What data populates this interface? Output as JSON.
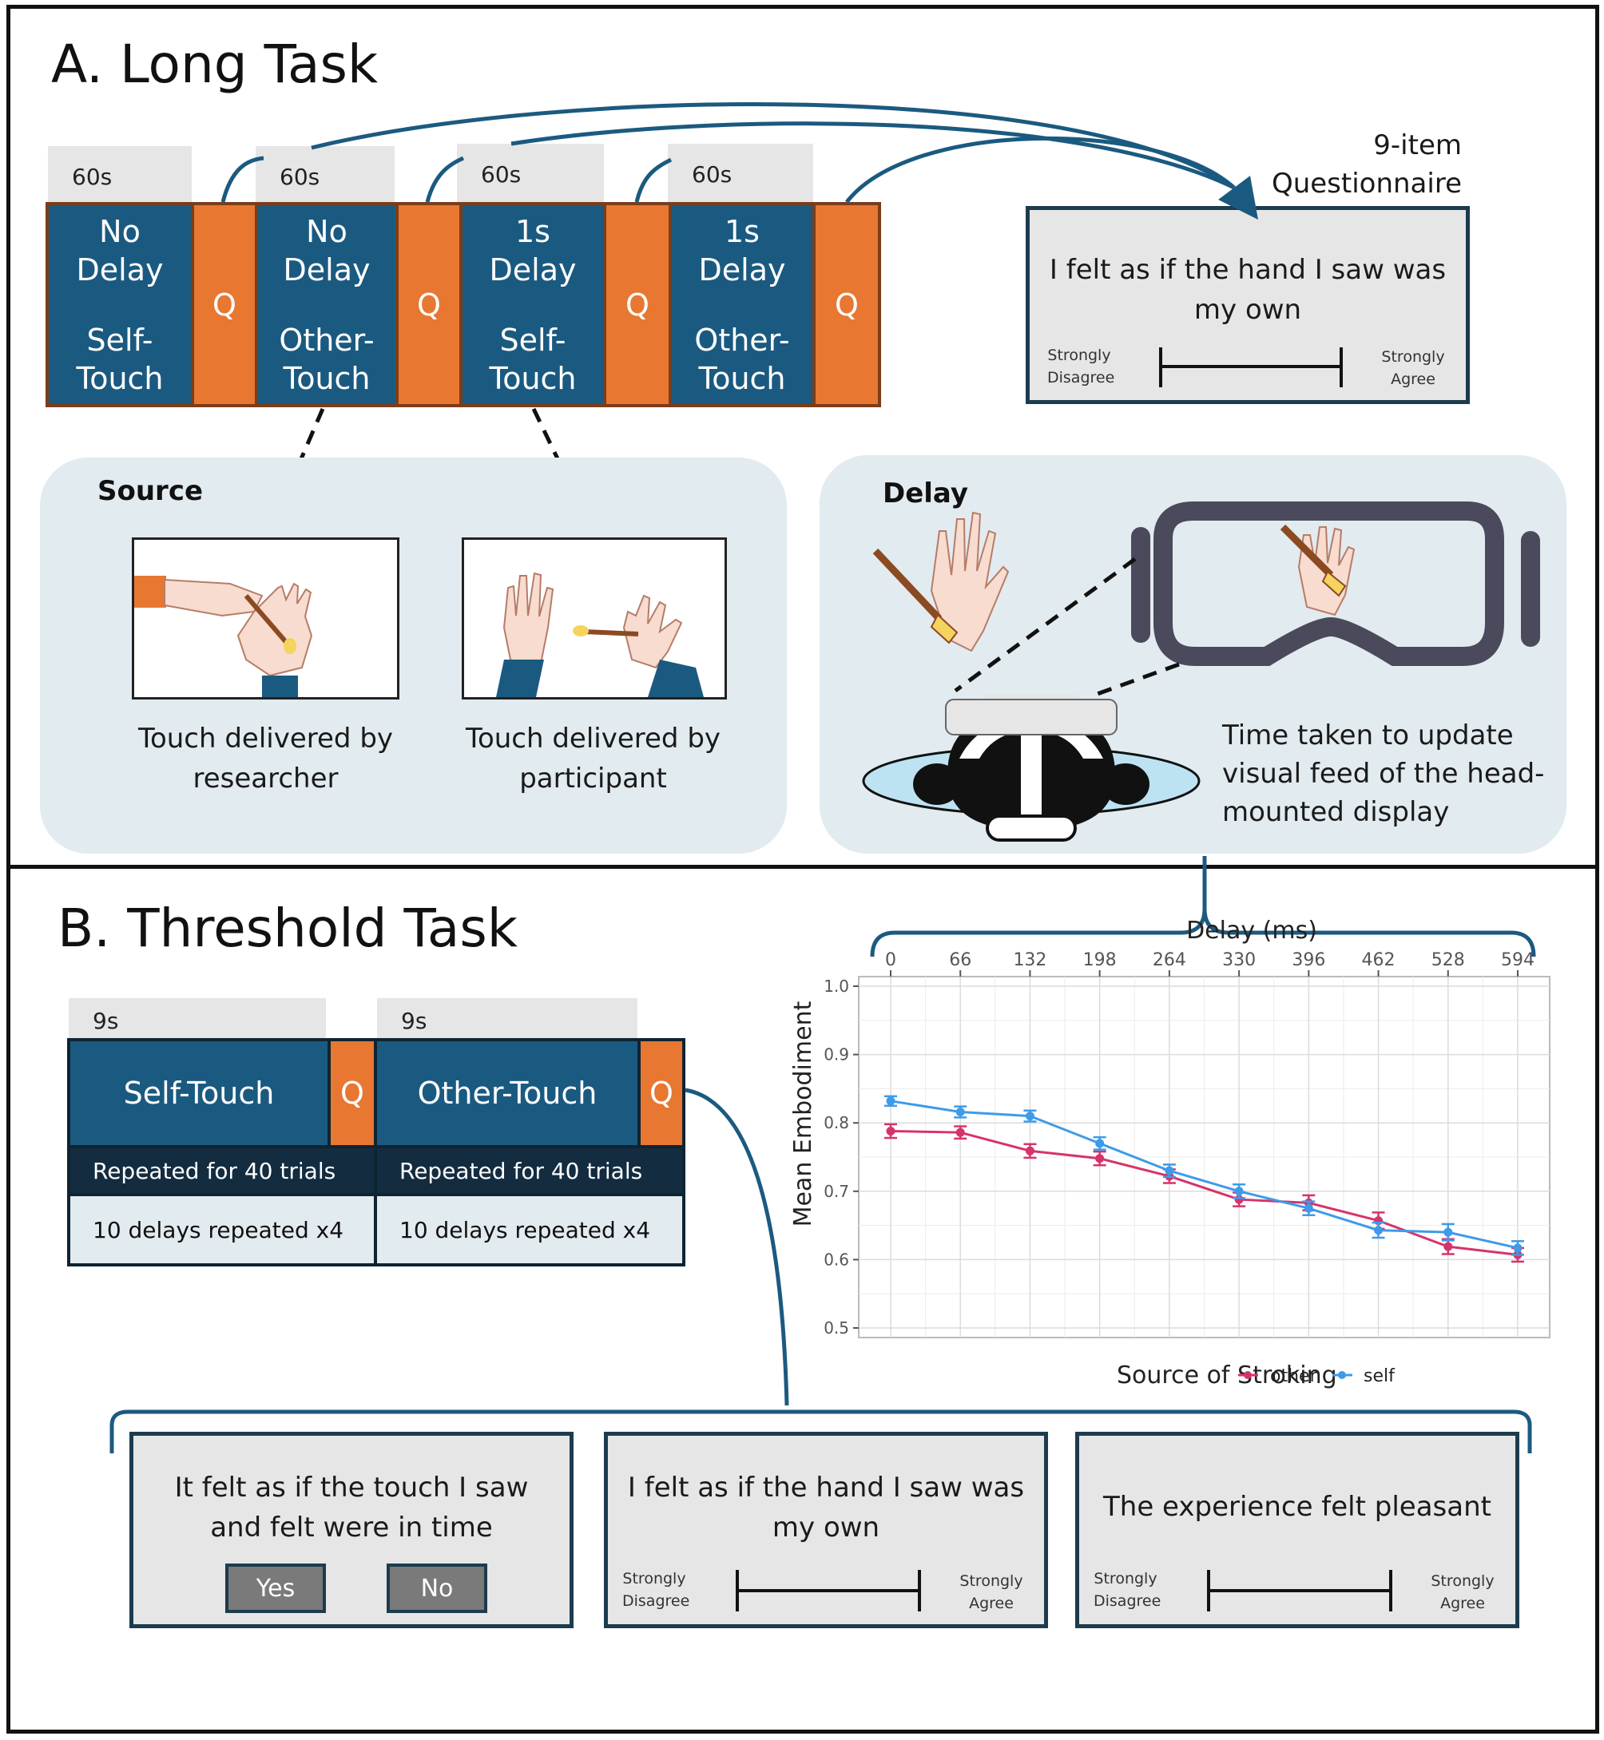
{
  "section_a": {
    "title": "A. Long Task",
    "questionnaire_title_line1": "9-item",
    "questionnaire_title_line2": "Questionnaire",
    "blocks": [
      {
        "duration": "60s",
        "line1": "No",
        "line2": "Delay",
        "line3": "Self-",
        "line4": "Touch"
      },
      {
        "duration": "60s",
        "line1": "No",
        "line2": "Delay",
        "line3": "Other-",
        "line4": "Touch"
      },
      {
        "duration": "60s",
        "line1": "1s",
        "line2": "Delay",
        "line3": "Self-",
        "line4": "Touch"
      },
      {
        "duration": "60s",
        "line1": "1s",
        "line2": "Delay",
        "line3": "Other-",
        "line4": "Touch"
      }
    ],
    "q_label": "Q",
    "questionnaire_item": {
      "line1": "I felt as if the hand I saw was",
      "line2": "my own",
      "left_line1": "Strongly",
      "left_line2": "Disagree",
      "right_line1": "Strongly",
      "right_line2": "Agree"
    },
    "source_panel": {
      "title": "Source",
      "caption_left_line1": "Touch delivered by",
      "caption_left_line2": "researcher",
      "caption_right_line1": "Touch delivered by",
      "caption_right_line2": "participant"
    },
    "delay_panel": {
      "title": "Delay",
      "caption_line1": "Time taken to update",
      "caption_line2": "visual feed of the head-",
      "caption_line3": "mounted display"
    }
  },
  "section_b": {
    "title": "B. Threshold Task",
    "blocks": [
      {
        "duration": "9s",
        "label": "Self-Touch",
        "q": "Q",
        "repeat": "Repeated for 40 trials",
        "delays": "10 delays repeated x4"
      },
      {
        "duration": "9s",
        "label": "Other-Touch",
        "q": "Q",
        "repeat": "Repeated for 40 trials",
        "delays": "10 delays repeated x4"
      }
    ],
    "questions": [
      {
        "line1": "It felt as if the touch I saw",
        "line2": "and felt were in time",
        "yes": "Yes",
        "no": "No"
      },
      {
        "line1": "I felt as if the hand I saw was",
        "line2": "my own",
        "left_line1": "Strongly",
        "left_line2": "Disagree",
        "right_line1": "Strongly",
        "right_line2": "Agree"
      },
      {
        "line1": "The experience felt pleasant",
        "left_line1": "Strongly",
        "left_line2": "Disagree",
        "right_line1": "Strongly",
        "right_line2": "Agree"
      }
    ]
  },
  "colors": {
    "block_blue": "#1b5a80",
    "q_orange": "#e87732",
    "panel_bg": "#e2ebef",
    "connector": "#1b5a80",
    "other": "#d6336c",
    "self": "#3d9be9"
  },
  "chart_data": {
    "type": "line",
    "xlabel": "Delay (ms)",
    "ylabel": "Mean Embodiment",
    "x": [
      0,
      66,
      132,
      198,
      264,
      330,
      396,
      462,
      528,
      594
    ],
    "xlim": [
      0,
      594
    ],
    "ylim": [
      0.5,
      1.0
    ],
    "yticks": [
      "0.5",
      "0.6",
      "0.7",
      "0.8",
      "0.9",
      "1.0"
    ],
    "xaxis_position": "top",
    "grid": true,
    "legend_title": "Source of Stroking",
    "legend_position": "bottom",
    "series": [
      {
        "name": "other",
        "color": "#d6336c",
        "values": [
          0.788,
          0.786,
          0.759,
          0.748,
          0.722,
          0.688,
          0.683,
          0.657,
          0.619,
          0.607
        ],
        "errors": [
          0.01,
          0.009,
          0.01,
          0.01,
          0.01,
          0.01,
          0.011,
          0.012,
          0.011,
          0.01
        ]
      },
      {
        "name": "self",
        "color": "#3d9be9",
        "values": [
          0.832,
          0.816,
          0.81,
          0.77,
          0.73,
          0.7,
          0.675,
          0.643,
          0.64,
          0.617
        ],
        "errors": [
          0.007,
          0.008,
          0.008,
          0.009,
          0.009,
          0.01,
          0.01,
          0.011,
          0.012,
          0.01
        ]
      }
    ]
  }
}
